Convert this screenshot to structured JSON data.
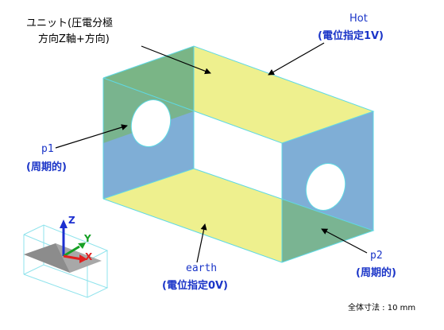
{
  "annotations": {
    "unit_line1": "ユニット(圧電分極",
    "unit_line2": "方向Z軸+方向)",
    "hot_name": "Hot",
    "hot_desc": "(電位指定1V)",
    "p1_name": "p1",
    "p1_desc": "(周期的)",
    "p2_name": "p2",
    "p2_desc": "(周期的)",
    "earth_name": "earth",
    "earth_desc": "(電位指定0V)",
    "dimension": "全体寸法 : 10 mm"
  },
  "axes": {
    "x_label": "X",
    "y_label": "Y",
    "z_label": "Z"
  },
  "colors": {
    "face_side_blue": "#7faed6",
    "face_yellow": "#eef08e",
    "face_green": "#79b586",
    "edge_cyan": "#5fd9e4",
    "label_blue": "#1b35c8",
    "axis_x": "#e02020",
    "axis_y": "#16a025",
    "axis_z": "#1c2fd0"
  }
}
